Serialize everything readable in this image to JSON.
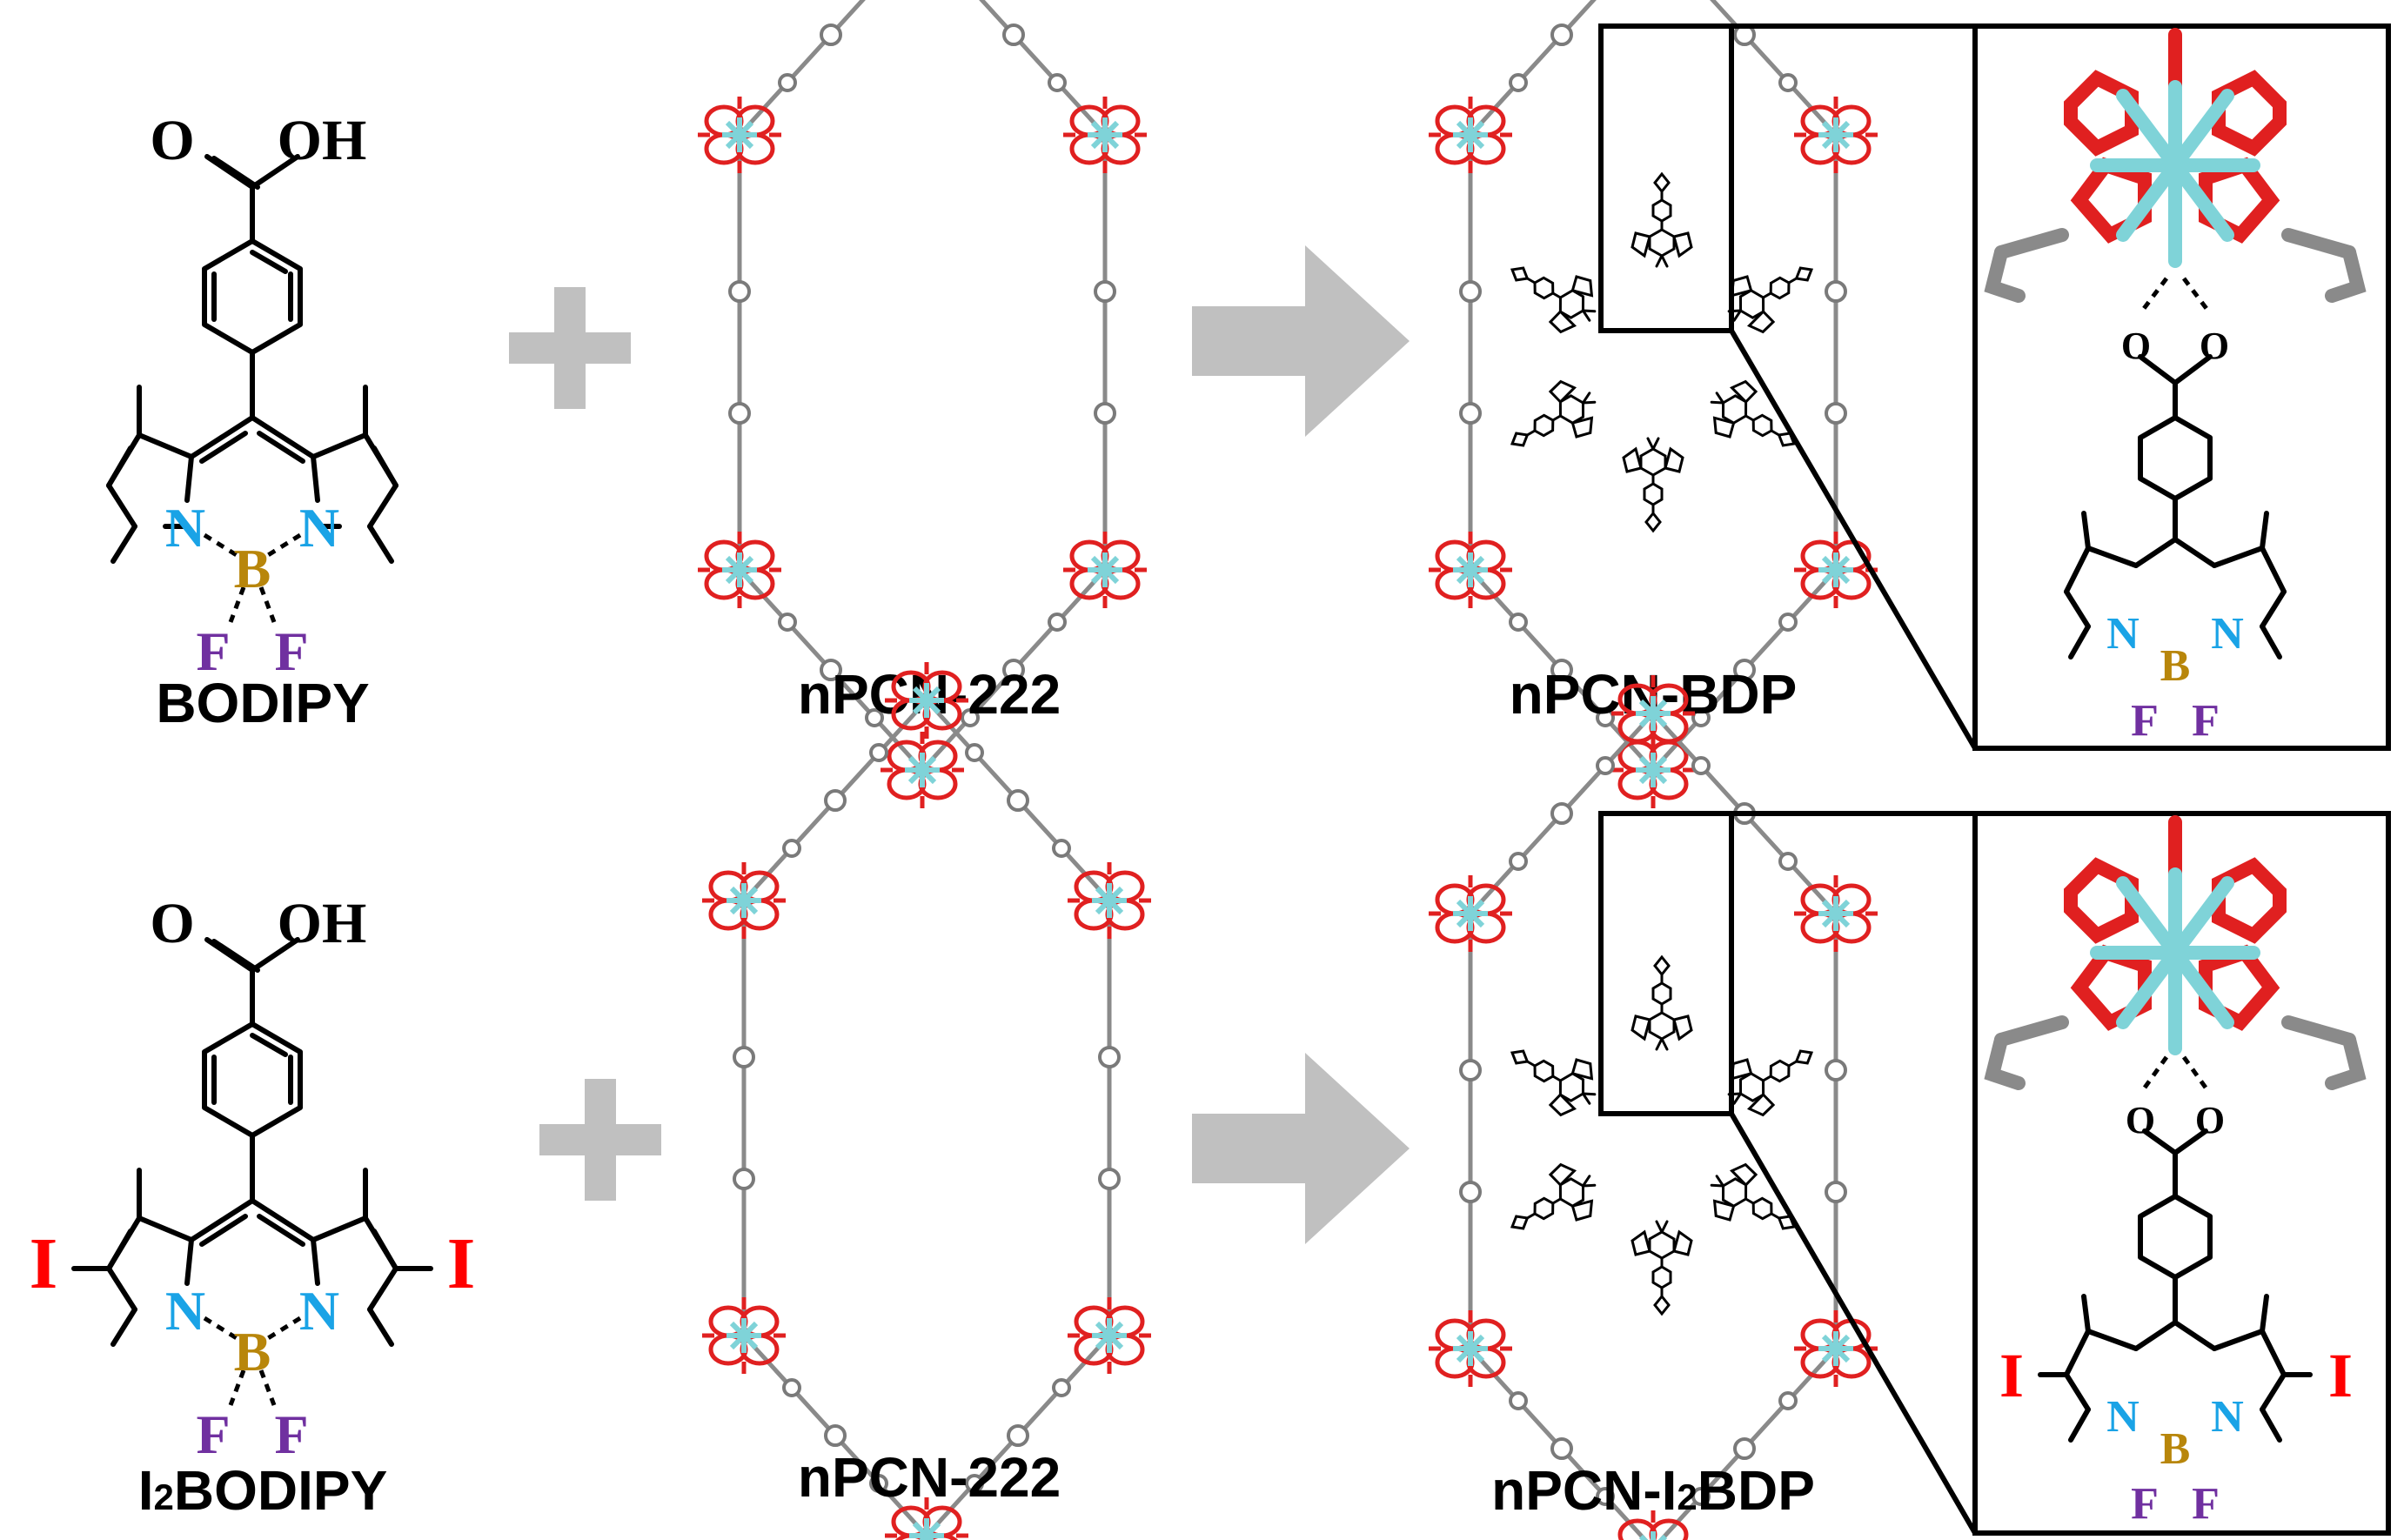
{
  "operators": {
    "plus_icon": "plus-icon",
    "arrow_icon": "right-arrow-icon",
    "operator_color": "#c0c0c0"
  },
  "colors": {
    "nitrogen": "#1aa3e6",
    "boron": "#b8860b",
    "fluorine": "#7030a0",
    "iodine": "#ff0000",
    "oxygen_cluster": "#e02020",
    "zirconium": "#7fd3d8",
    "linker": "#8a8a8a"
  },
  "rows": [
    {
      "molecule": {
        "name": "BODIPY",
        "acid_group": {
          "o": "O",
          "oh": "OH"
        },
        "atoms": {
          "n_left": "N",
          "n_right": "N",
          "b": "B",
          "f_left": "F",
          "f_right": "F"
        },
        "substituent": ""
      },
      "framework": {
        "name": "nPCN-222"
      },
      "product": {
        "name": "nPCN-BDP"
      },
      "zoom": {
        "atoms": {
          "n_left": "N",
          "n_right": "N",
          "b": "B",
          "f_left": "F",
          "f_right": "F",
          "carbonyl_o1": "O",
          "carbonyl_o2": "O"
        },
        "substituent": ""
      }
    },
    {
      "molecule": {
        "name_main": "I",
        "name_sub": "2",
        "name_rest": "BODIPY",
        "acid_group": {
          "o": "O",
          "oh": "OH"
        },
        "atoms": {
          "n_left": "N",
          "n_right": "N",
          "b": "B",
          "f_left": "F",
          "f_right": "F"
        },
        "substituent": "I"
      },
      "framework": {
        "name": "nPCN-222"
      },
      "product": {
        "name_main": "nPCN-I",
        "name_sub": "2",
        "name_rest": "BDP"
      },
      "zoom": {
        "atoms": {
          "n_left": "N",
          "n_right": "N",
          "b": "B",
          "f_left": "F",
          "f_right": "F",
          "carbonyl_o1": "O",
          "carbonyl_o2": "O"
        },
        "substituent": "I"
      }
    }
  ]
}
